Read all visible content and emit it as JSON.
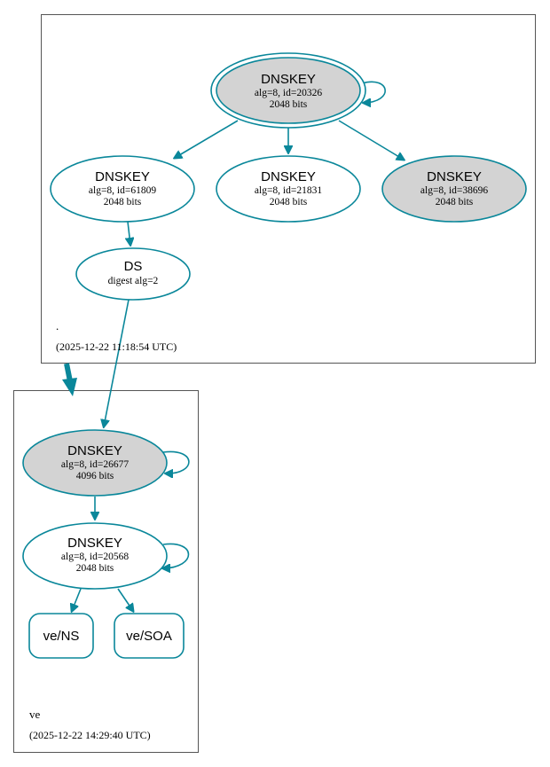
{
  "colors": {
    "edge": "#0a879a",
    "node_fill_gray": "#d3d3d3",
    "node_fill_white": "#ffffff",
    "zone_border": "#555555"
  },
  "zones": {
    "root": {
      "name": ".",
      "timestamp": "(2025-12-22 11:18:54 UTC)"
    },
    "ve": {
      "name": "ve",
      "timestamp": "(2025-12-22 14:29:40 UTC)"
    }
  },
  "nodes": {
    "root_ksk": {
      "title": "DNSKEY",
      "line1": "alg=8, id=20326",
      "line2": "2048 bits"
    },
    "root_zsk1": {
      "title": "DNSKEY",
      "line1": "alg=8, id=61809",
      "line2": "2048 bits"
    },
    "root_zsk2": {
      "title": "DNSKEY",
      "line1": "alg=8, id=21831",
      "line2": "2048 bits"
    },
    "root_zsk3": {
      "title": "DNSKEY",
      "line1": "alg=8, id=38696",
      "line2": "2048 bits"
    },
    "ds": {
      "title": "DS",
      "line1": "digest alg=2"
    },
    "ve_ksk": {
      "title": "DNSKEY",
      "line1": "alg=8, id=26677",
      "line2": "4096 bits"
    },
    "ve_zsk": {
      "title": "DNSKEY",
      "line1": "alg=8, id=20568",
      "line2": "2048 bits"
    },
    "ve_ns": {
      "title": "ve/NS"
    },
    "ve_soa": {
      "title": "ve/SOA"
    }
  }
}
